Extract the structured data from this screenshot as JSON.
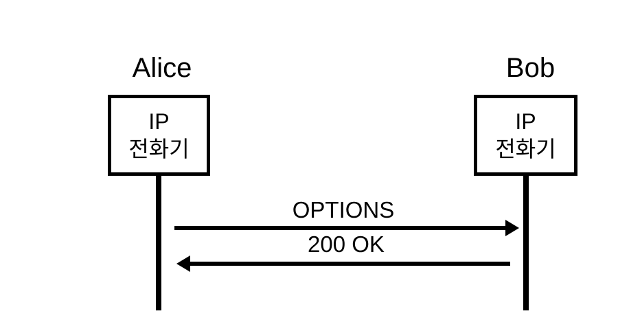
{
  "diagram": {
    "kind": "sip-sequence-diagram",
    "background_color": "#ffffff",
    "line_color": "#000000",
    "text_color": "#000000"
  },
  "participants": [
    {
      "name": "Alice",
      "device_line1": "IP",
      "device_line2": "전화기"
    },
    {
      "name": "Bob",
      "device_line1": "IP",
      "device_line2": "전화기"
    }
  ],
  "messages": [
    {
      "label": "OPTIONS",
      "from": "Alice",
      "to": "Bob",
      "direction": "right"
    },
    {
      "label": "200 OK",
      "from": "Bob",
      "to": "Alice",
      "direction": "left"
    }
  ]
}
